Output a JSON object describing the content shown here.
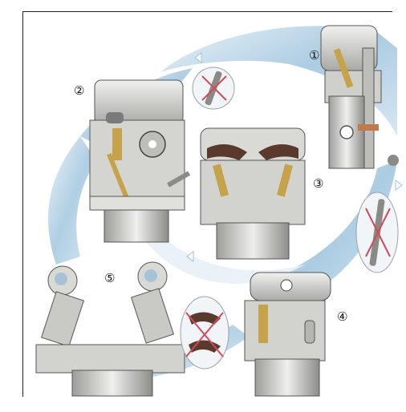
{
  "figure": {
    "stages": [
      {
        "id": "1",
        "label": "①"
      },
      {
        "id": "2",
        "label": "②"
      },
      {
        "id": "3",
        "label": "③"
      },
      {
        "id": "4",
        "label": "④"
      },
      {
        "id": "5",
        "label": "⑤"
      }
    ],
    "colors": {
      "arrow": "#9cc3dd",
      "arrow_light": "#d7e8f3",
      "head": "#c9c9c7",
      "metal": "#d9d9d6",
      "dark_metal": "#8a8a87",
      "rocker": "#5b3a2e",
      "spring": "#c6a24a",
      "cam_strike": "#d24a5a"
    },
    "icons": [
      "cam-rod-icon",
      "cam-rod-icon",
      "rocker-arm-icon"
    ]
  }
}
